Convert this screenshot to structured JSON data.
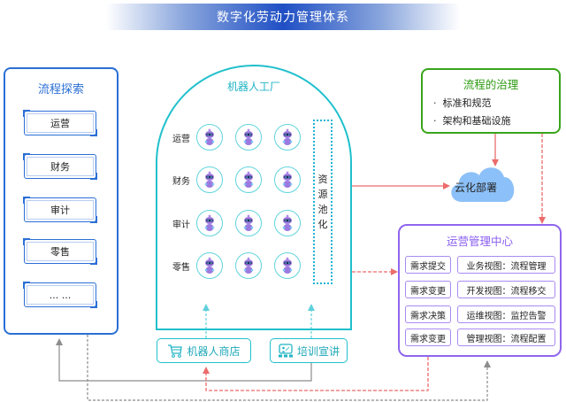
{
  "title": "数字化劳动力管理体系",
  "process_explore": {
    "title": "流程探索",
    "items": [
      "运营",
      "财务",
      "审计",
      "零售",
      "... ..."
    ]
  },
  "robot_factory": {
    "title": "机器人工厂",
    "rows": [
      "运营",
      "财务",
      "审计",
      "零售"
    ],
    "robots_per_row": 3,
    "resource_pool": [
      "资",
      "源",
      "池",
      "化"
    ]
  },
  "governance": {
    "title": "流程的治理",
    "items": [
      "标准和规范",
      "架构和基础设施"
    ],
    "bullet": "·"
  },
  "cloud": {
    "label": "云化部署"
  },
  "ops_center": {
    "title": "运营管理中心",
    "requests": [
      "需求提交",
      "需求变更",
      "需求决策",
      "需求变更"
    ],
    "views": [
      "业务视图：流程管理",
      "开发视图：流程移交",
      "运维视图：监控告警",
      "管理视图：流程配置"
    ]
  },
  "bottom": {
    "robot_store": {
      "label": "机器人商店",
      "icon": "shopping-cart-icon"
    },
    "training": {
      "label": "培训宣讲",
      "icon": "presentation-icon"
    }
  },
  "colors": {
    "blue": "#2b6fd6",
    "teal": "#20c0cc",
    "green": "#3aa41c",
    "purple": "#8f66ee",
    "red_arrow": "#ec6b6b",
    "gray_arrow": "#8c8c8c",
    "cloud": "#8cc0f8"
  }
}
